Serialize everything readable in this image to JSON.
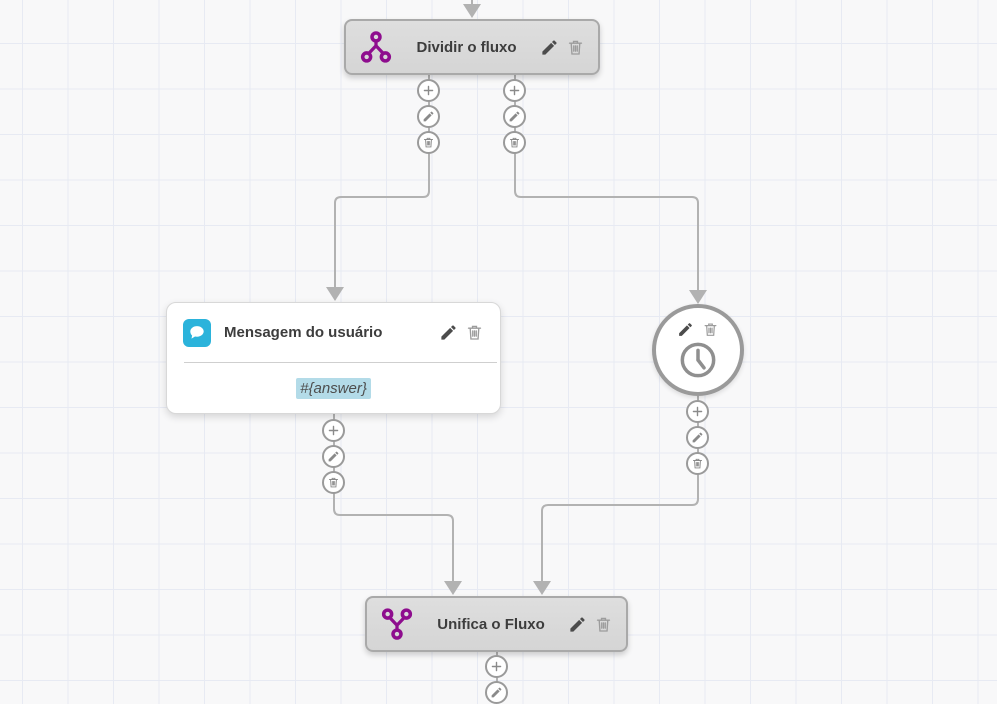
{
  "app": {
    "view": "chatbot-flow-builder-canvas"
  },
  "colors": {
    "canvas_background": "#F8F8F9",
    "grid_line": "#E7EAF3",
    "connector": "#B2B2B2",
    "node_gray_fill": "#D9D9D9",
    "node_gray_border": "#A9A9A9",
    "accent_purple": "#8E0D8E",
    "message_blue": "#2BB3DB",
    "variable_highlight": "#B3DBE8",
    "title_text": "#3D3D3D"
  },
  "nodes": {
    "divider": {
      "title": "Dividir o fluxo",
      "icon": "split-icon"
    },
    "message": {
      "title": "Mensagem do usuário",
      "body": "#{answer}",
      "icon": "chat-bubble-icon"
    },
    "timer": {
      "icon": "clock-icon"
    },
    "unify": {
      "title": "Unifica o Fluxo",
      "icon": "merge-icon"
    }
  },
  "node_actions": {
    "edit": {
      "icon": "pencil-icon",
      "symbol": "✎"
    },
    "delete": {
      "icon": "trash-icon",
      "symbol": "🗑"
    }
  },
  "port_actions": {
    "add": {
      "icon": "plus-icon",
      "symbol": "+"
    },
    "edit": {
      "icon": "pencil-icon",
      "symbol": "✎"
    },
    "delete": {
      "icon": "trash-icon",
      "symbol": "🗑"
    }
  }
}
